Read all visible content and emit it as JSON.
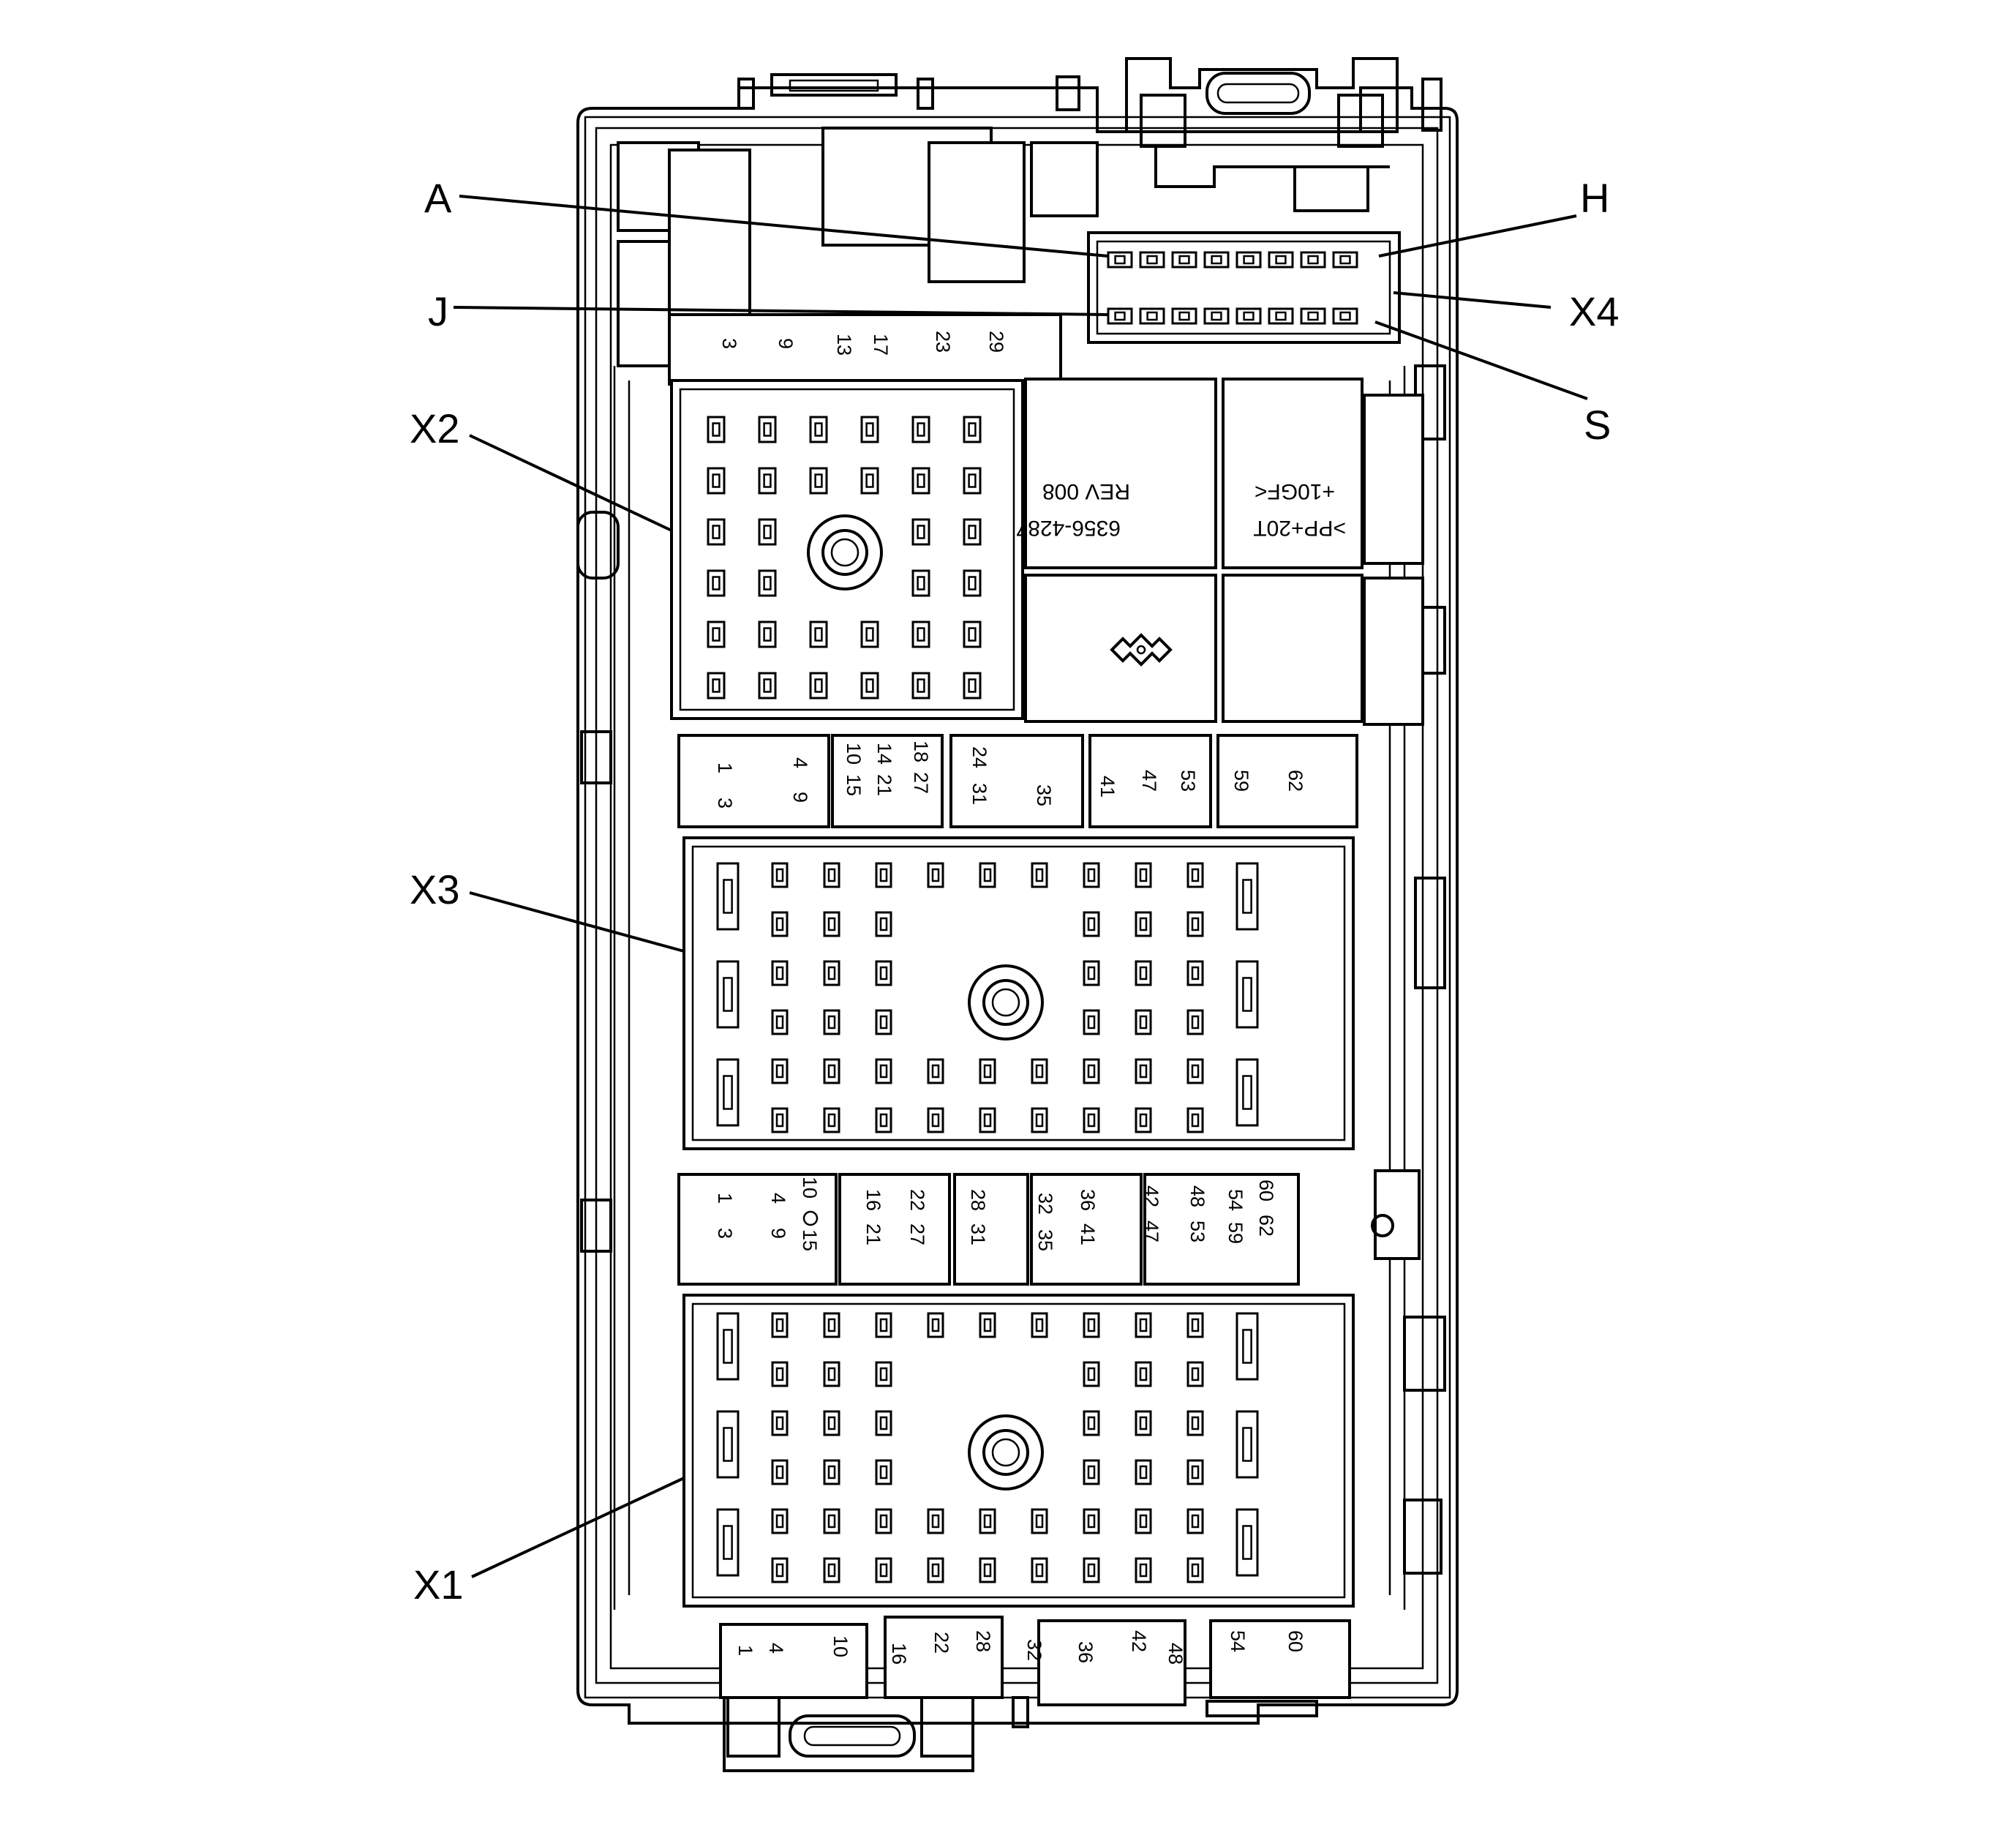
{
  "callouts": {
    "A": "A",
    "H": "H",
    "J": "J",
    "X4": "X4",
    "S": "S",
    "X2": "X2",
    "X3": "X3",
    "X1": "X1"
  },
  "housing_label": {
    "part_number": "6356-4287",
    "revision": "REV 008",
    "material_line1": ">PP+20T",
    "material_line2": "+10GF<"
  },
  "pin_numbers": {
    "x2_top": [
      "3",
      "9",
      "13",
      "17",
      "23",
      "29"
    ],
    "x2_bottom": {
      "g1": [
        "1",
        "3"
      ],
      "g2": [
        "4",
        "9"
      ],
      "g3": [
        "10",
        "15"
      ],
      "g4": [
        "14",
        "21"
      ],
      "g5": [
        "18",
        "27"
      ],
      "g6": [
        "24",
        "31"
      ],
      "g7": [
        "35"
      ],
      "g8": [
        "41",
        "47",
        "53"
      ],
      "g9": [
        "59",
        "62"
      ]
    },
    "x1_top": {
      "g1": [
        "1",
        "3"
      ],
      "g2": [
        "4",
        "9"
      ],
      "g3": [
        "10",
        "15"
      ],
      "g4": [
        "16",
        "21"
      ],
      "g5": [
        "22",
        "27"
      ],
      "g6": [
        "28",
        "31"
      ],
      "g7": [
        "32",
        "35"
      ],
      "g8": [
        "36",
        "41"
      ],
      "g9": [
        "42",
        "47"
      ],
      "g10": [
        "48",
        "53"
      ],
      "g11": [
        "54",
        "59"
      ],
      "g12": [
        "60",
        "62"
      ]
    },
    "x1_bottom": [
      "1",
      "4",
      "10",
      "16",
      "22",
      "28",
      "32",
      "36",
      "42",
      "48",
      "54",
      "60"
    ]
  }
}
